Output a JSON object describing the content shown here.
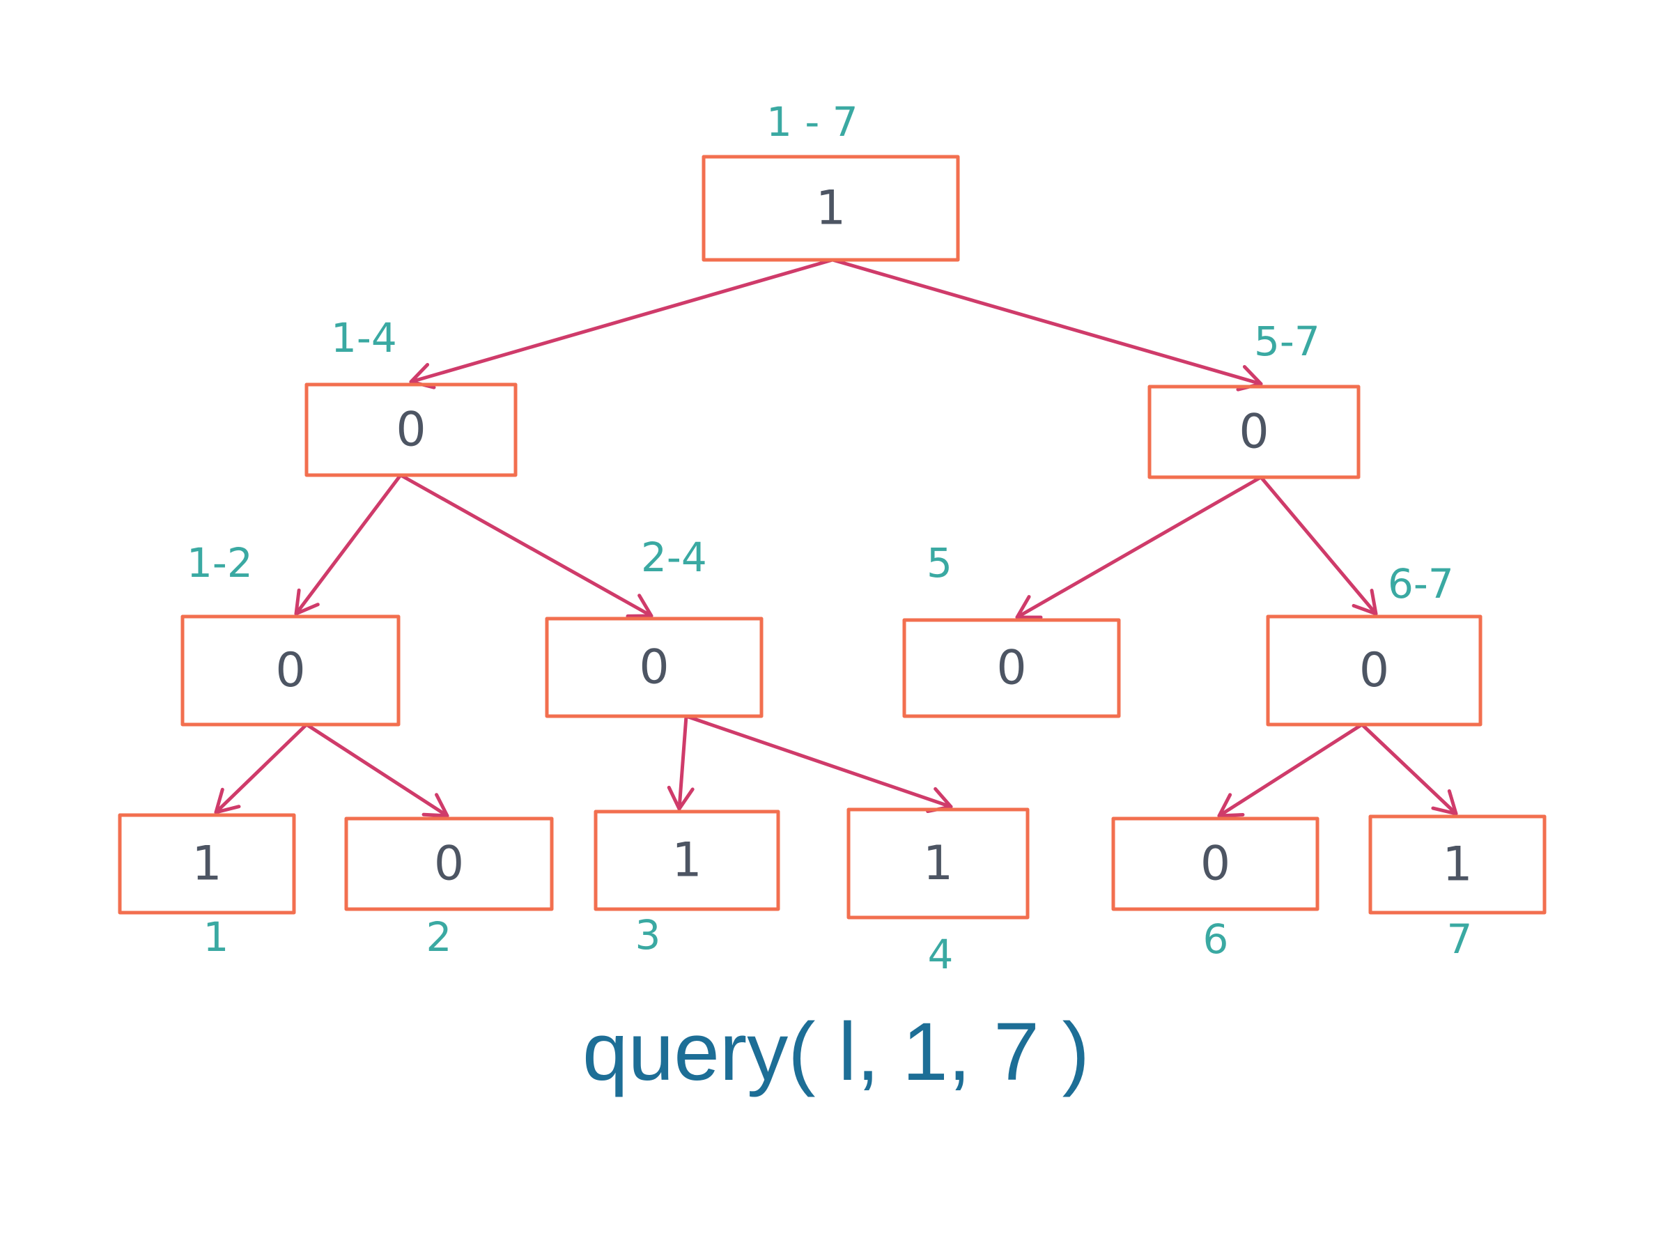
{
  "colors": {
    "node_border": "#f26f4f",
    "node_value": "#4d5563",
    "range_label": "#3aa9a2",
    "edge": "#cf3b6a",
    "caption": "#1d6e96"
  },
  "caption": "query( l, 1, 7 )",
  "nodes": [
    {
      "id": "n1-7",
      "value": "1",
      "range": "1 - 7"
    },
    {
      "id": "n1-4",
      "value": "0",
      "range": "1-4"
    },
    {
      "id": "n5-7",
      "value": "0",
      "range": "5-7"
    },
    {
      "id": "n1-2",
      "value": "0",
      "range": "1-2"
    },
    {
      "id": "n2-4",
      "value": "0",
      "range": "2-4"
    },
    {
      "id": "n5",
      "value": "0",
      "range": "5"
    },
    {
      "id": "n6-7",
      "value": "0",
      "range": "6-7"
    },
    {
      "id": "n1",
      "value": "1",
      "range": "1"
    },
    {
      "id": "n2",
      "value": "0",
      "range": "2"
    },
    {
      "id": "n3",
      "value": "1",
      "range": "3"
    },
    {
      "id": "n4",
      "value": "1",
      "range": "4"
    },
    {
      "id": "n6",
      "value": "0",
      "range": "6"
    },
    {
      "id": "n7",
      "value": "1",
      "range": "7"
    }
  ],
  "edges": [
    {
      "from": "n1-7",
      "to": "n1-4"
    },
    {
      "from": "n1-7",
      "to": "n5-7"
    },
    {
      "from": "n1-4",
      "to": "n1-2"
    },
    {
      "from": "n1-4",
      "to": "n2-4"
    },
    {
      "from": "n5-7",
      "to": "n5"
    },
    {
      "from": "n5-7",
      "to": "n6-7"
    },
    {
      "from": "n1-2",
      "to": "n1"
    },
    {
      "from": "n1-2",
      "to": "n2"
    },
    {
      "from": "n2-4",
      "to": "n3"
    },
    {
      "from": "n2-4",
      "to": "n4"
    },
    {
      "from": "n6-7",
      "to": "n6"
    },
    {
      "from": "n6-7",
      "to": "n7"
    }
  ]
}
